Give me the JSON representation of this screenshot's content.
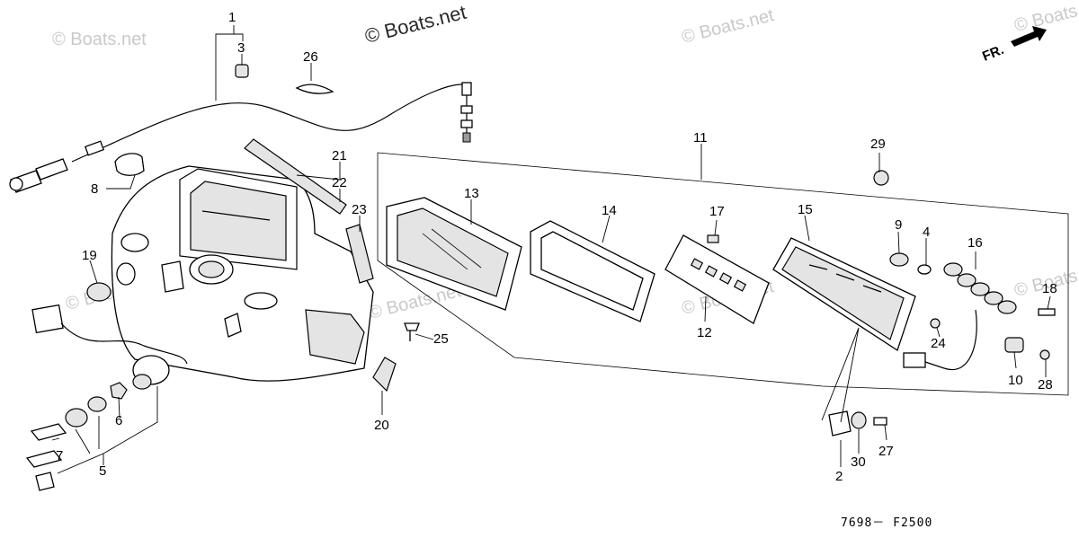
{
  "watermarks": {
    "main": "© Boats.net",
    "faint": "© Boats.net"
  },
  "orientation": {
    "label": "FR."
  },
  "drawing_code": "7698－ F2500",
  "callouts": [
    {
      "id": "c1",
      "label": "1"
    },
    {
      "id": "c3",
      "label": "3"
    },
    {
      "id": "c26",
      "label": "26"
    },
    {
      "id": "c8",
      "label": "8"
    },
    {
      "id": "c21",
      "label": "21"
    },
    {
      "id": "c22",
      "label": "22"
    },
    {
      "id": "c23",
      "label": "23"
    },
    {
      "id": "c19",
      "label": "19"
    },
    {
      "id": "c11",
      "label": "11"
    },
    {
      "id": "c13",
      "label": "13"
    },
    {
      "id": "c14",
      "label": "14"
    },
    {
      "id": "c17",
      "label": "17"
    },
    {
      "id": "c12",
      "label": "12"
    },
    {
      "id": "c15",
      "label": "15"
    },
    {
      "id": "c29",
      "label": "29"
    },
    {
      "id": "c9",
      "label": "9"
    },
    {
      "id": "c4",
      "label": "4"
    },
    {
      "id": "c16",
      "label": "16"
    },
    {
      "id": "c18",
      "label": "18"
    },
    {
      "id": "c24",
      "label": "24"
    },
    {
      "id": "c10",
      "label": "10"
    },
    {
      "id": "c28",
      "label": "28"
    },
    {
      "id": "c25",
      "label": "25"
    },
    {
      "id": "c20",
      "label": "20"
    },
    {
      "id": "c6",
      "label": "6"
    },
    {
      "id": "c7",
      "label": "7"
    },
    {
      "id": "c5",
      "label": "5"
    },
    {
      "id": "c2",
      "label": "2"
    },
    {
      "id": "c30",
      "label": "30"
    },
    {
      "id": "c27",
      "label": "27"
    }
  ]
}
